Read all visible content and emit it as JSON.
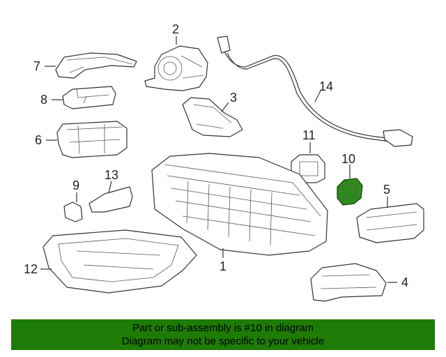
{
  "diagram": {
    "callouts": [
      "1",
      "2",
      "3",
      "4",
      "5",
      "6",
      "7",
      "8",
      "9",
      "10",
      "11",
      "12",
      "13",
      "14"
    ],
    "highlighted_part": "10",
    "highlight_color": "#2f8a1e"
  },
  "banner": {
    "line1": "Part or sub-assembly is #10 in diagram",
    "line2": "Diagram may not be specific to your vehicle",
    "background": "#1e7b05"
  }
}
